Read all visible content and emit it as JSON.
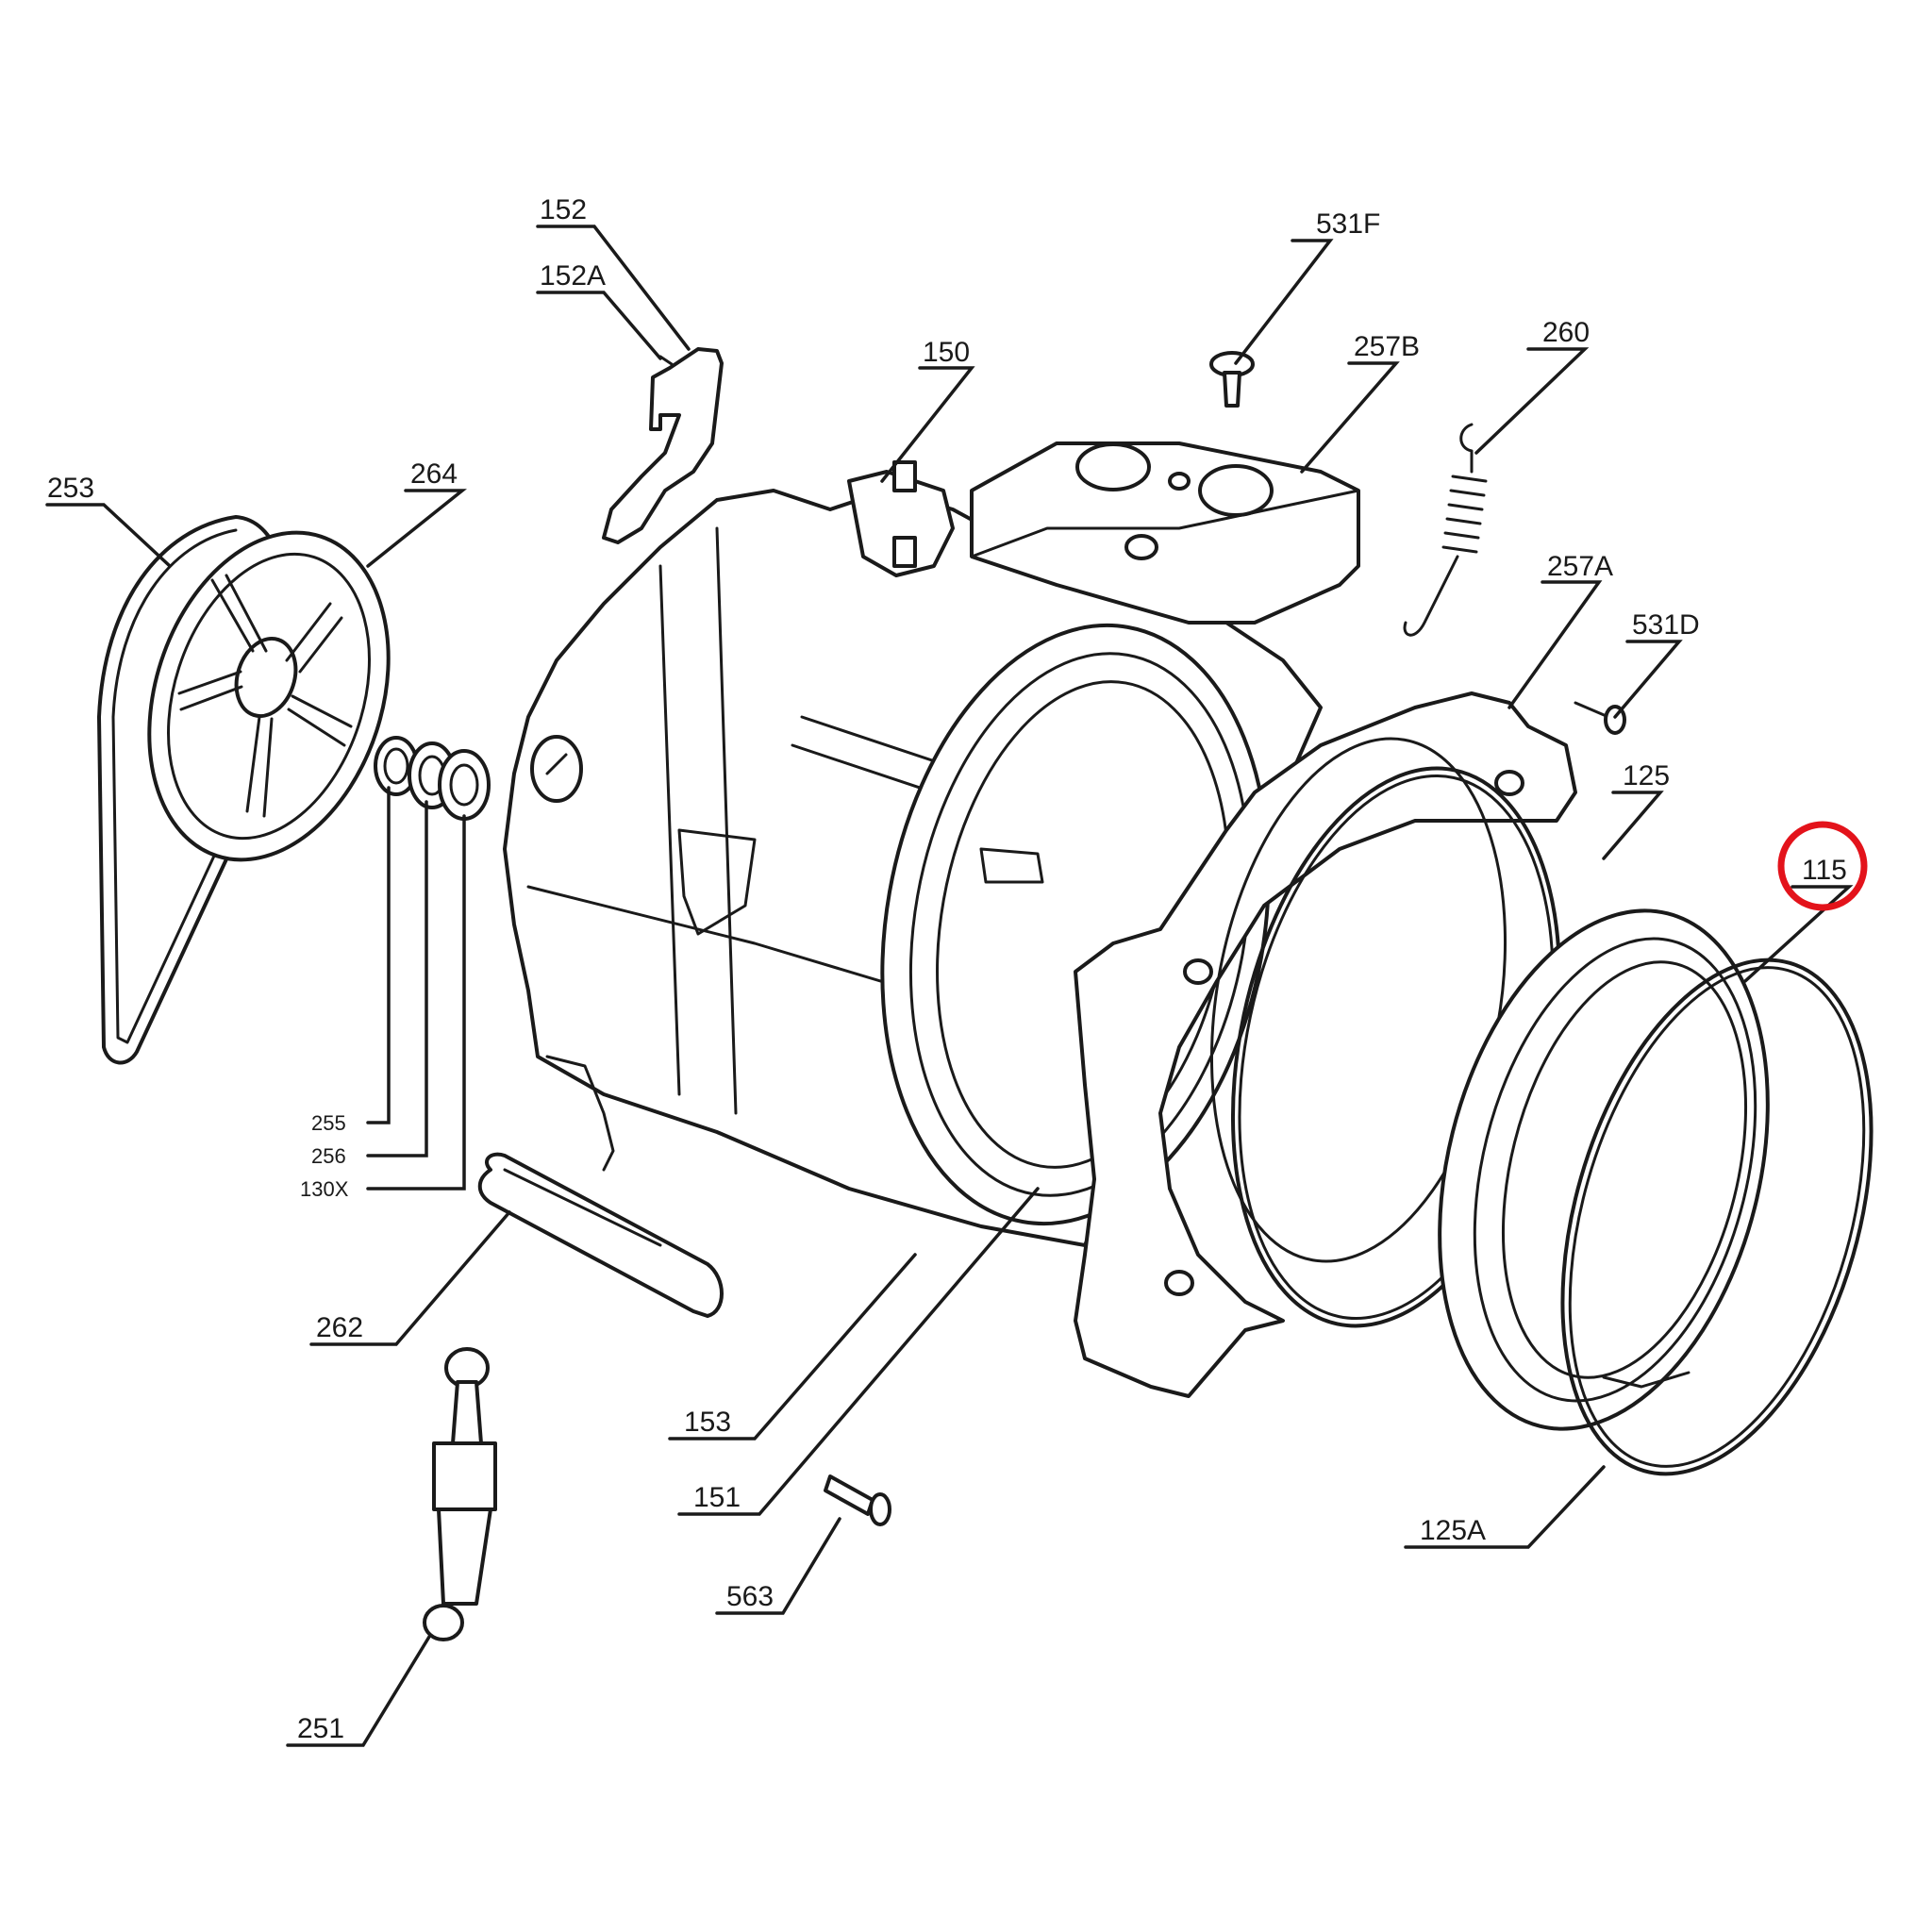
{
  "highlight_color": "#e3131b",
  "line_color": "#1a1a1a",
  "labels": {
    "p152": "152",
    "p152a": "152A",
    "p531f": "531F",
    "p150": "150",
    "p257b": "257B",
    "p260": "260",
    "p253": "253",
    "p264": "264",
    "p257a": "257A",
    "p531d": "531D",
    "p125": "125",
    "p115": "115",
    "p255": "255",
    "p256": "256",
    "p130x": "130X",
    "p262": "262",
    "p153": "153",
    "p151": "151",
    "p125a": "125A",
    "p563": "563",
    "p251": "251"
  },
  "highlighted_part": "115"
}
